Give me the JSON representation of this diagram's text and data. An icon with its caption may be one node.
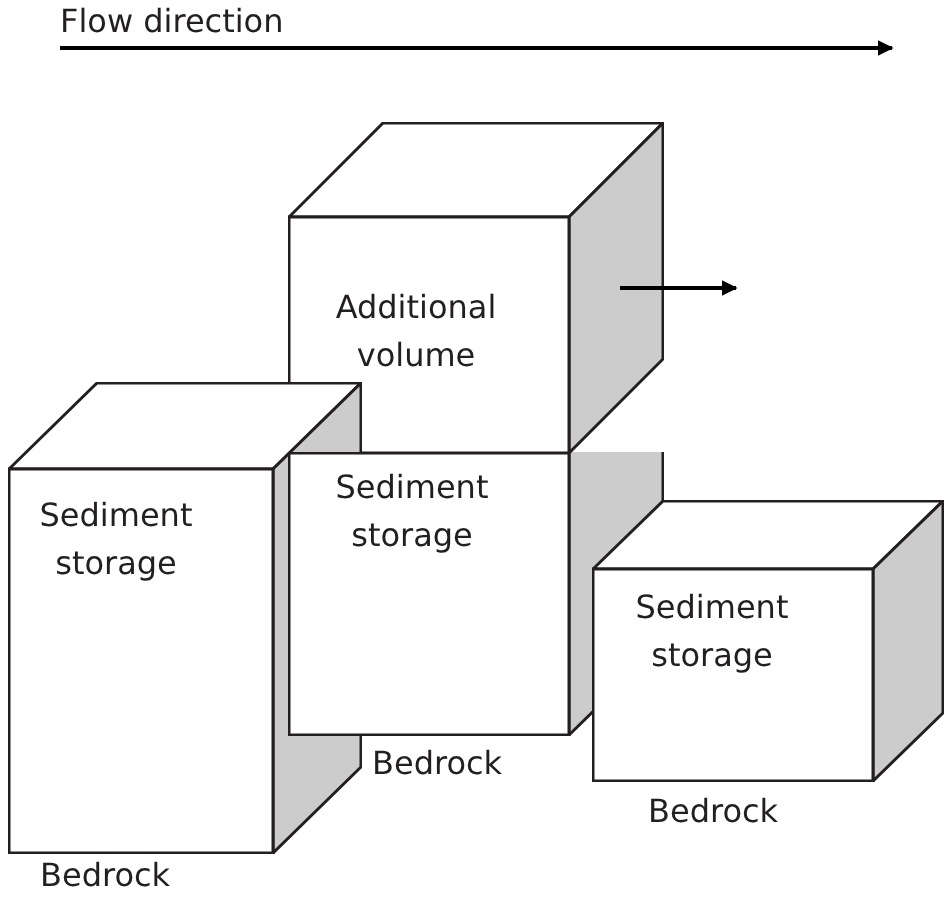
{
  "diagram": {
    "nodes": [
      {
        "text": [
          "Additional volume"
        ]
      },
      {
        "text": [
          "Sediment storage"
        ],
        "beside": [
          "Bedrock"
        ]
      },
      {
        "text": [
          "Sediment storage"
        ],
        "beside": [
          "Bedrock"
        ]
      },
      {
        "text": [
          "Sediment storage"
        ],
        "beside": [
          "Bedrock"
        ]
      }
    ],
    "labels": [
      "Flow direction"
    ]
  }
}
